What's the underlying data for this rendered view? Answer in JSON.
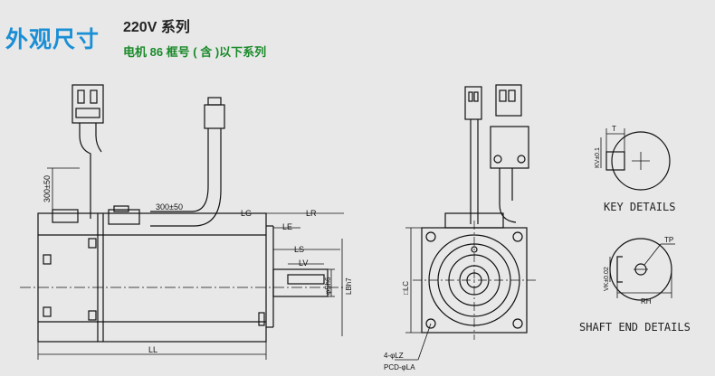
{
  "header": {
    "title": "外观尺寸",
    "series": "220V 系列",
    "subtitle": "电机 86 框号 ( 含 )以下系列"
  },
  "dims": {
    "lead_top": "300±50",
    "lead_side": "300±50",
    "lg": "LG",
    "lr": "LR",
    "le": "LE",
    "ls": "LS",
    "lv": "LV",
    "ll": "LL",
    "sh": "φSh6",
    "lbh7": "LBh7",
    "lc": "□LC",
    "la": "4-φLZ",
    "pcd": "PCD-φLA",
    "t": "T",
    "kv": "KV±0.1",
    "tp": "TP",
    "rh": "RH",
    "vk": "VK±0.02"
  },
  "captions": {
    "key": "KEY DETAILS",
    "shaft": "SHAFT END DETAILS"
  }
}
